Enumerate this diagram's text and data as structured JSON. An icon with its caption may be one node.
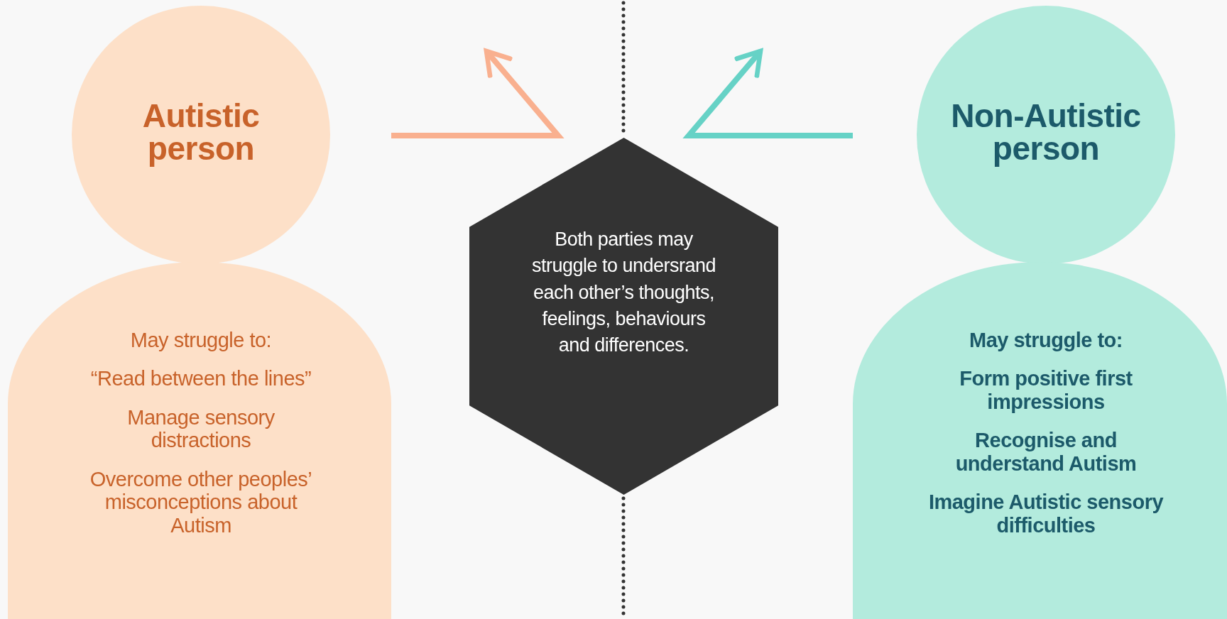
{
  "diagram": {
    "nodes": [
      {
        "text": [
          "Autistic person",
          "May struggle to:",
          "“Read between the lines”",
          "Manage sensory distractions",
          "Overcome other peoples’ misconceptions about Autism"
        ]
      },
      {
        "text": [
          "Both parties may struggle to undersrand each other’s thoughts, feelings, behaviours and differences."
        ]
      },
      {
        "text": [
          "Non-Autistic person",
          "May struggle to:",
          "Form positive first impressions",
          "Recognise and understand Autism",
          "Imagine Autistic sensory difficulties"
        ]
      }
    ],
    "edges": [
      {
        "from": 0,
        "to": null,
        "arrow": "to",
        "color": "#f9b08f"
      },
      {
        "from": 2,
        "to": null,
        "arrow": "to",
        "color": "#66d2c6"
      }
    ]
  }
}
